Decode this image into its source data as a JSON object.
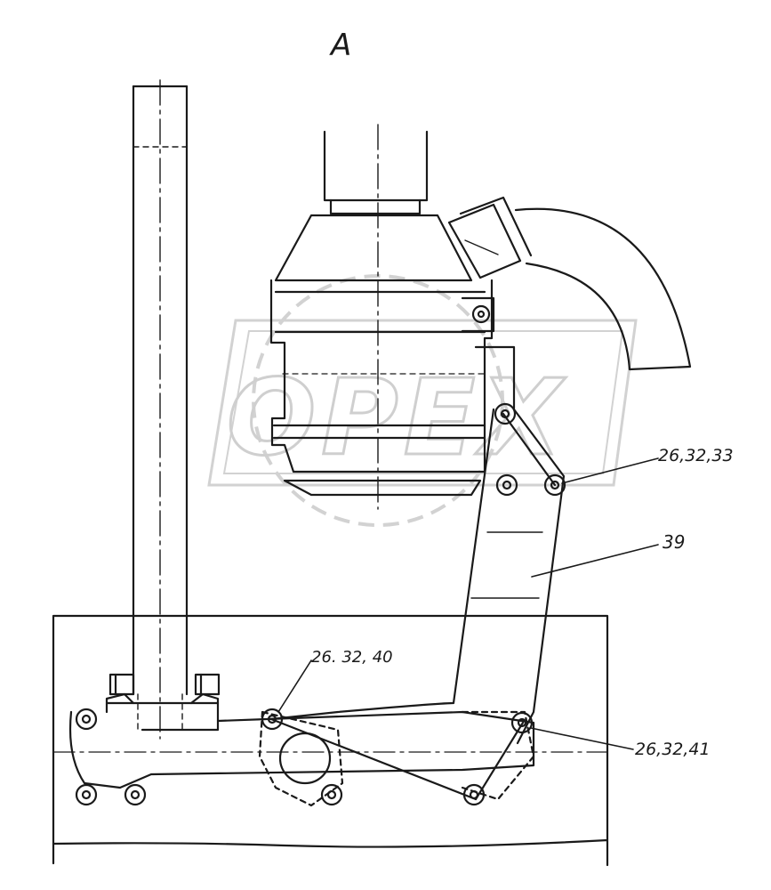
{
  "view_label": "A",
  "watermark": {
    "text": "OPEX",
    "color": "#d4d4d4"
  },
  "callouts": {
    "top_right": "26,32,33",
    "bracket": "39",
    "left_pivot": "26. 32, 40",
    "bottom_right": "26,32,41"
  },
  "colors": {
    "line": "#1a1a1a",
    "paper": "#ffffff"
  }
}
